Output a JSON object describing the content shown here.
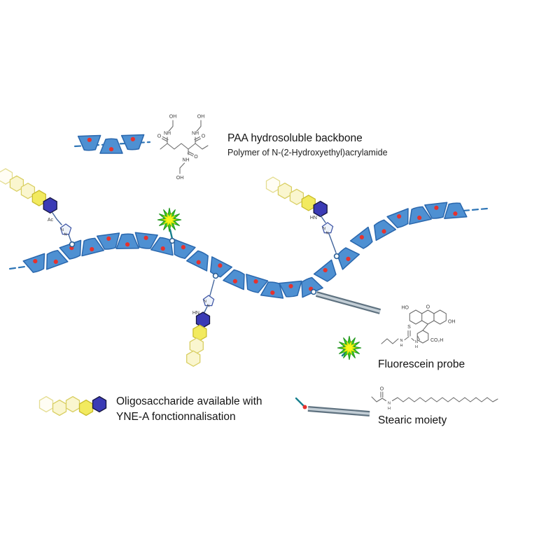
{
  "colors": {
    "fan_fill": "#4e90d2",
    "fan_stroke": "#2a67ad",
    "red_dot": "#e5322e",
    "dash_blue": "#2e75b6",
    "hex_pale_fill": "#faf6cf",
    "hex_pale_stroke": "#d9cf63",
    "hex_yellow_fill": "#f2ea5f",
    "hex_yellow_stroke": "#c9bd2e",
    "hex_blue_fill": "#3b3bb5",
    "hex_blue_stroke": "#15153f",
    "hex_ghost_fill": "#fffdf4",
    "hex_ghost_stroke": "#e4dd92",
    "star_green": "#3ecb28",
    "star_yellow": "#f6f619",
    "rod_dark": "#5f7280",
    "rod_light": "#c3ced6",
    "teal_link": "#177f8e",
    "chem_stroke": "#6a6a6a"
  },
  "legends": {
    "backbone": {
      "title": "PAA hydrosoluble backbone",
      "subtitle": "Polymer of N-(2-Hydroxyethyl)acrylamide"
    },
    "fluorescein": {
      "label": "Fluorescein probe"
    },
    "oligosaccharide": {
      "label_line1": "Oligosaccharide available with",
      "label_line2": "YNE-A fonctionnalisation"
    },
    "stearic": {
      "label": "Stearic moiety"
    }
  },
  "chem_labels": {
    "oh": "OH",
    "ho": "HO",
    "nh": "NH",
    "hn": "HN",
    "n": "N",
    "h": "H",
    "o": "O",
    "s": "S",
    "ac": "Ac",
    "co2h": "CO₂H"
  }
}
